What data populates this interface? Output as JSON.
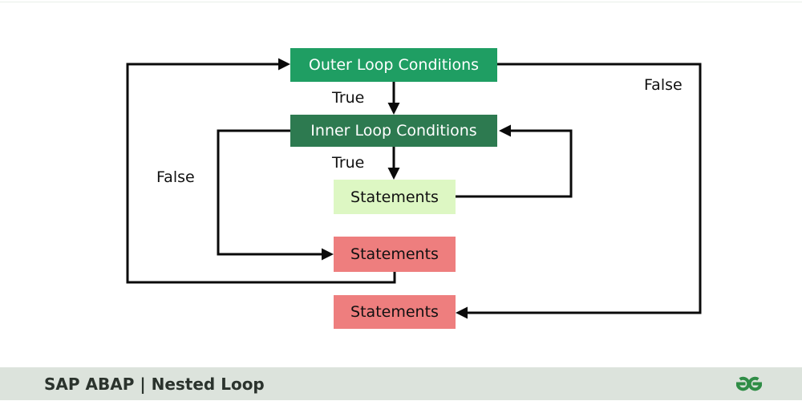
{
  "diagram": {
    "nodes": [
      {
        "id": "outer-loop-conditions",
        "label": "Outer Loop Conditions",
        "bg": "#1F9E63",
        "text_color": "#FFFFFF"
      },
      {
        "id": "inner-loop-conditions",
        "label": "Inner Loop Conditions",
        "bg": "#2D7A50",
        "text_color": "#FFFFFF"
      },
      {
        "id": "inner-statements",
        "label": "Statements",
        "bg": "#DDF7C3",
        "text_color": "#111111"
      },
      {
        "id": "outer-statements",
        "label": "Statements",
        "bg": "#EE7E7E",
        "text_color": "#111111"
      },
      {
        "id": "exit-statements",
        "label": "Statements",
        "bg": "#EE7E7E",
        "text_color": "#111111"
      }
    ],
    "edge_labels": {
      "outer_true": "True",
      "inner_true": "True",
      "inner_false": "False",
      "outer_false": "False"
    },
    "line_color": "#0A0A0A"
  },
  "footer": {
    "title": "SAP ABAP | Nested Loop",
    "bg": "#DCE3DC",
    "logo": "geeksforgeeks-logo",
    "logo_color": "#2F8D46"
  }
}
